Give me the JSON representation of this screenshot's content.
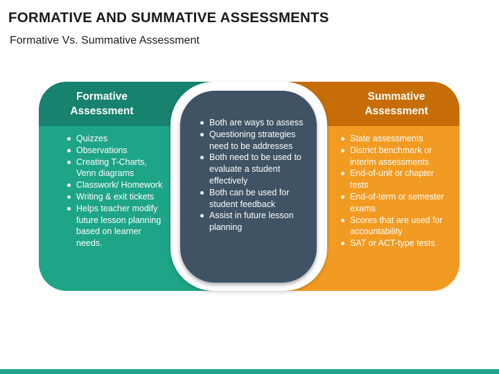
{
  "title": "FORMATIVE AND SUMMATIVE ASSESSMENTS",
  "subtitle": "Formative Vs. Summative Assessment",
  "formative": {
    "heading_line1": "Formative",
    "heading_line2": "Assessment",
    "items": [
      "Quizzes",
      "Observations",
      "Creating T-Charts, Venn diagrams",
      "Classwork/ Homework",
      "Writing & exit tickets",
      "Helps teacher modify future lesson planning based on learner needs."
    ]
  },
  "both": {
    "items": [
      "Both are ways to assess",
      "Questioning strategies need to be addresses",
      "Both need to be used to evaluate a student effectively",
      "Both can be used for student feedback",
      "Assist in future lesson planning"
    ]
  },
  "summative": {
    "heading_line1": "Summative",
    "heading_line2": "Assessment",
    "items": [
      "State assessments",
      "District benchmark or interim assessments",
      "End-of-unit or chapter tests",
      "End-of-term or semester exams",
      "Scores that are used for accountability",
      "SAT or ACT-type tests"
    ]
  },
  "colors": {
    "formative_header": "#17826e",
    "formative_body": "#1ea486",
    "summative_header": "#c76d08",
    "summative_body": "#f29b22",
    "center_card": "#3f5365"
  }
}
